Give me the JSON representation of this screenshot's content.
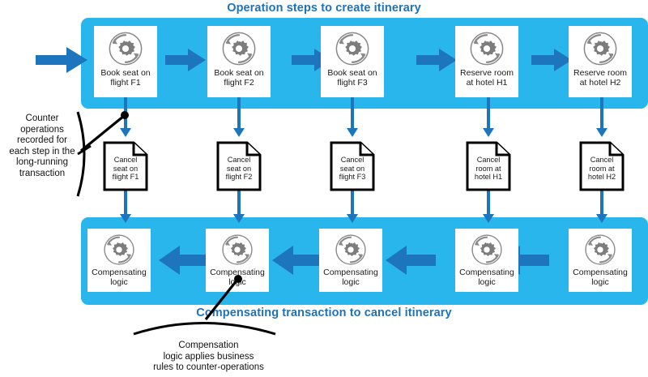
{
  "diagram": {
    "title_top": "Operation steps to create itinerary",
    "title_bottom": "Compensating transaction to cancel itinerary",
    "accent_band": "#29B6EC",
    "accent_arrow": "#1D75BD",
    "title_color": "#1F72B8",
    "gear_color": "#808080"
  },
  "steps": [
    {
      "label": "Book seat on\nflight F1",
      "icon": "gear-refresh-icon"
    },
    {
      "label": "Book seat on\nflight F2",
      "icon": "gear-refresh-icon"
    },
    {
      "label": "Book seat on\nflight F3",
      "icon": "gear-refresh-icon"
    },
    {
      "label": "Reserve room\nat hotel H1",
      "icon": "gear-refresh-icon"
    },
    {
      "label": "Reserve room\nat hotel H2",
      "icon": "gear-refresh-icon"
    }
  ],
  "counter_ops": [
    {
      "label": "Cancel\nseat on\nflight F1"
    },
    {
      "label": "Cancel\nseat on\nflight F2"
    },
    {
      "label": "Cancel\nseat on\nflight F3"
    },
    {
      "label": "Cancel\nroom at\nhotel H1"
    },
    {
      "label": "Cancel\nroom at\nhotel H2"
    }
  ],
  "compensating": [
    {
      "label": "Compensating\nlogic",
      "icon": "gear-refresh-icon"
    },
    {
      "label": "Compensating\nlogic",
      "icon": "gear-refresh-icon"
    },
    {
      "label": "Compensating\nlogic",
      "icon": "gear-refresh-icon"
    },
    {
      "label": "Compensating\nlogic",
      "icon": "gear-refresh-icon"
    },
    {
      "label": "Compensating\nlogic",
      "icon": "gear-refresh-icon"
    }
  ],
  "callouts": {
    "left": "Counter\noperations\nrecorded for\neach step in the\nlong-running\ntransaction",
    "bottom": "Compensation\nlogic applies business\nrules to counter-operations"
  }
}
